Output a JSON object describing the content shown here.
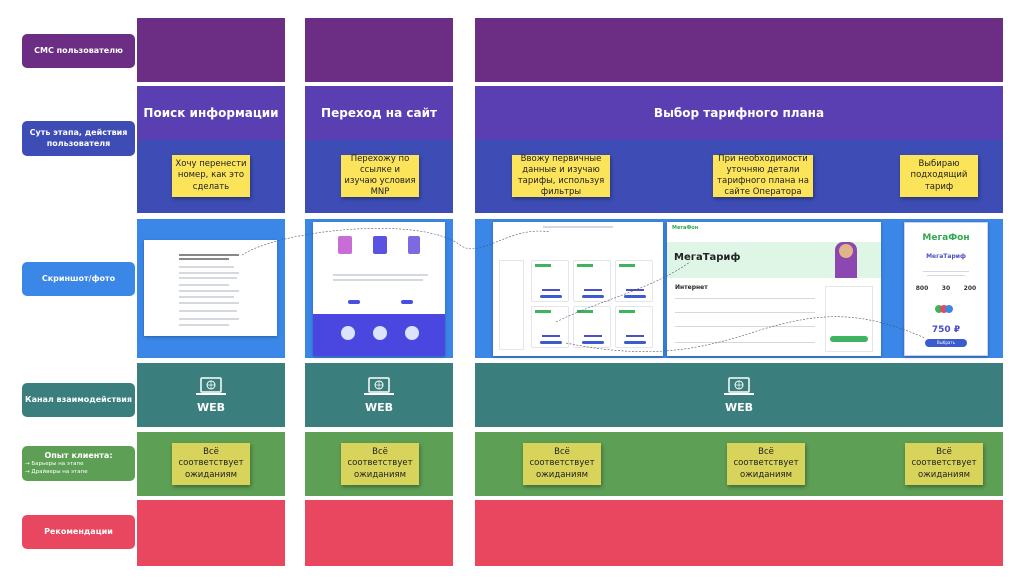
{
  "row_labels": {
    "sms": "СМС пользователю",
    "stage": "Суть этапа, действия пользователя",
    "screenshot": "Скриншот/фото",
    "channel": "Канал взаимодействия",
    "experience_title": "Опыт клиента:",
    "experience_barriers": "→ Барьеры на этапе",
    "experience_drivers": "→ Драйверы на этапе",
    "recommendations": "Рекомендации"
  },
  "stages": [
    {
      "title": "Поиск информации",
      "actions": [
        "Хочу перенести номер, как это сделать"
      ],
      "channel": "WEB",
      "experience": [
        "Всё соответствует ожиданиям"
      ]
    },
    {
      "title": "Переход на сайт",
      "actions": [
        "Перехожу по ссылке и изучаю условия MNP"
      ],
      "channel": "WEB",
      "experience": [
        "Всё соответствует ожиданиям"
      ]
    },
    {
      "title": "Выбор тарифного плана",
      "actions": [
        "Ввожу первичные данные и изучаю тарифы, используя фильтры",
        "При необходимости уточняю детали тарифного плана на сайте Оператора",
        "Выбираю подходящий тариф"
      ],
      "channel": "WEB",
      "experience": [
        "Всё соответствует ожиданиям",
        "Всё соответствует ожиданиям",
        "Всё соответствует ожиданиям"
      ]
    }
  ],
  "screens": {
    "operator_page_title": "МегаТариф",
    "operator_section": "Интернет",
    "card_brand": "МегаФон",
    "card_tariff": "МегаТариф",
    "card_stats": [
      {
        "value": "800"
      },
      {
        "value": "30"
      },
      {
        "value": "200"
      }
    ],
    "card_price": "750 ₽",
    "card_button": "Выбрать"
  },
  "colors": {
    "sms": "#6c2e85",
    "stage": "#5a3fb3",
    "actions": "#3d4db5",
    "screenshot": "#3b87e8",
    "channel": "#3a7f7d",
    "experience": "#5e9f56",
    "recommendations": "#e8475f",
    "sticky": "#fbe35a",
    "sticky_experience": "#d8d35b"
  }
}
